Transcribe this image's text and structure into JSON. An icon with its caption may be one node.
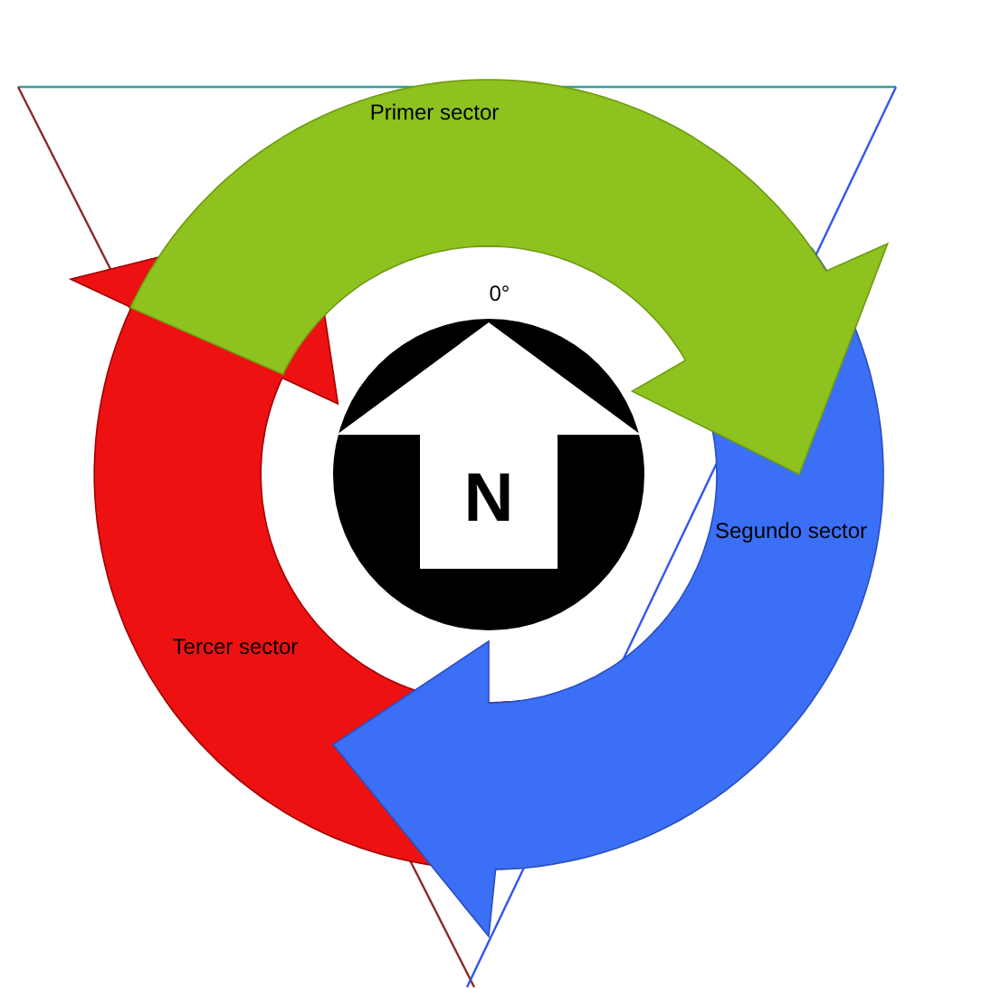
{
  "diagram": {
    "nodes": [
      {
        "text": [
          "Primer sector"
        ]
      },
      {
        "text": [
          "N"
        ]
      },
      {
        "text": [
          "Segundo sector"
        ]
      },
      {
        "text": [
          "Tercer sector"
        ]
      }
    ],
    "labels": [
      "0°"
    ]
  }
}
